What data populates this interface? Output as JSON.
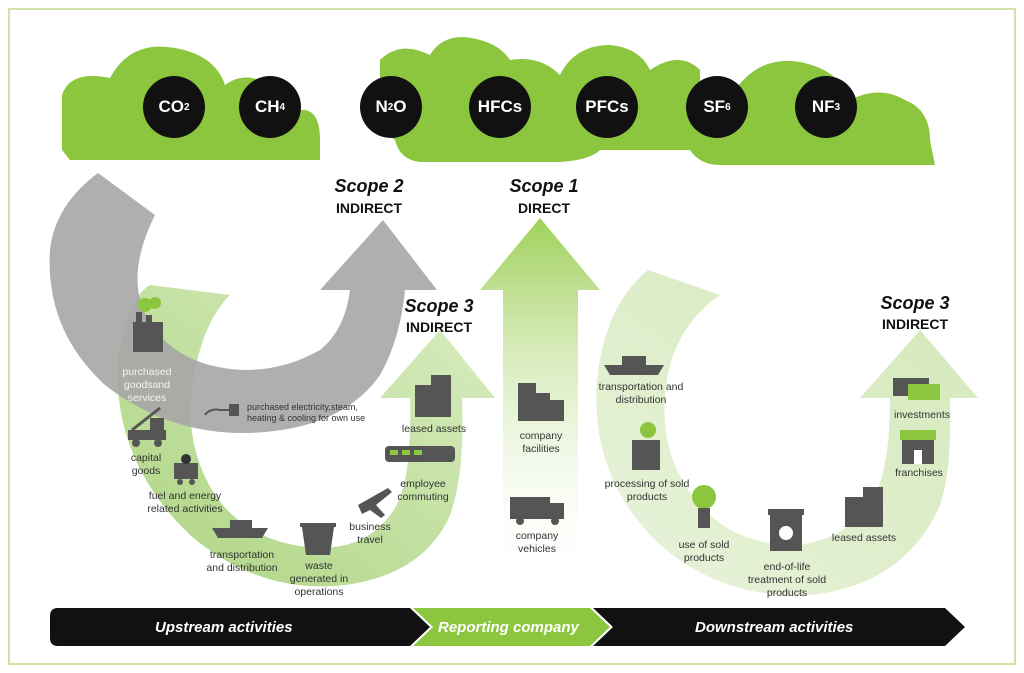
{
  "gases": [
    {
      "base": "CO",
      "sub": "2"
    },
    {
      "base": "CH",
      "sub": "4"
    },
    {
      "base": "N",
      "sub": "2",
      "tail": "O"
    },
    {
      "base": "HFCs",
      "sub": ""
    },
    {
      "base": "PFCs",
      "sub": ""
    },
    {
      "base": "SF",
      "sub": "6"
    },
    {
      "base": "NF",
      "sub": "3"
    }
  ],
  "scopes": {
    "scope2": {
      "title": "Scope 2",
      "sub": "INDIRECT"
    },
    "scope1": {
      "title": "Scope 1",
      "sub": "DIRECT"
    },
    "scope3_up": {
      "title": "Scope 3",
      "sub": "INDIRECT"
    },
    "scope3_down": {
      "title": "Scope 3",
      "sub": "INDIRECT"
    }
  },
  "upstream": {
    "purchased_goods": "purchased goodsand services",
    "electricity": "purchased electricity,steam, heating & cooling for own use",
    "capital_goods": "capital goods",
    "fuel": "fuel and energy related activities",
    "transport": "transportation and distribution",
    "waste": "waste generated in operations",
    "business_travel": "business travel",
    "employee_commuting": "employee commuting",
    "leased_assets": "leased assets"
  },
  "reporting": {
    "facilities": "company facilities",
    "vehicles": "company vehicles"
  },
  "downstream": {
    "transport": "transportation and distribution",
    "processing": "processing of sold products",
    "use": "use of sold products",
    "end_of_life": "end-of-life treatment of sold products",
    "leased_assets": "leased assets",
    "franchises": "franchises",
    "investments": "investments"
  },
  "bar": {
    "upstream": "Upstream activities",
    "reporting": "Reporting company",
    "downstream": "Downstream activities"
  },
  "colors": {
    "green": "#8cc63f",
    "light_green": "#cfe6b0",
    "gray": "#a6a6a6",
    "black": "#111111",
    "frame": "#cfe3a8"
  }
}
